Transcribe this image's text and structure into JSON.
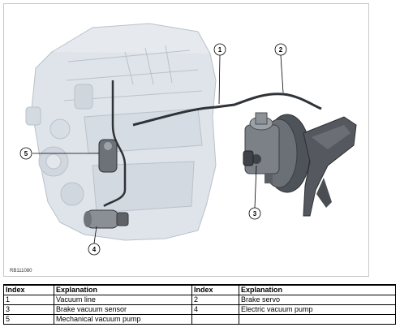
{
  "figure": {
    "ref_code": "RB111080",
    "callouts": [
      {
        "number": "1"
      },
      {
        "number": "2"
      },
      {
        "number": "3"
      },
      {
        "number": "4"
      },
      {
        "number": "5"
      }
    ]
  },
  "legend": {
    "headers": [
      "Index",
      "Explanation",
      "Index",
      "Explanation"
    ],
    "rows": [
      [
        "1",
        "Vacuum line",
        "2",
        "Brake servo"
      ],
      [
        "3",
        "Brake vacuum sensor",
        "4",
        "Electric vacuum pump"
      ],
      [
        "5",
        "Mechanical vacuum pump",
        "",
        ""
      ]
    ]
  }
}
